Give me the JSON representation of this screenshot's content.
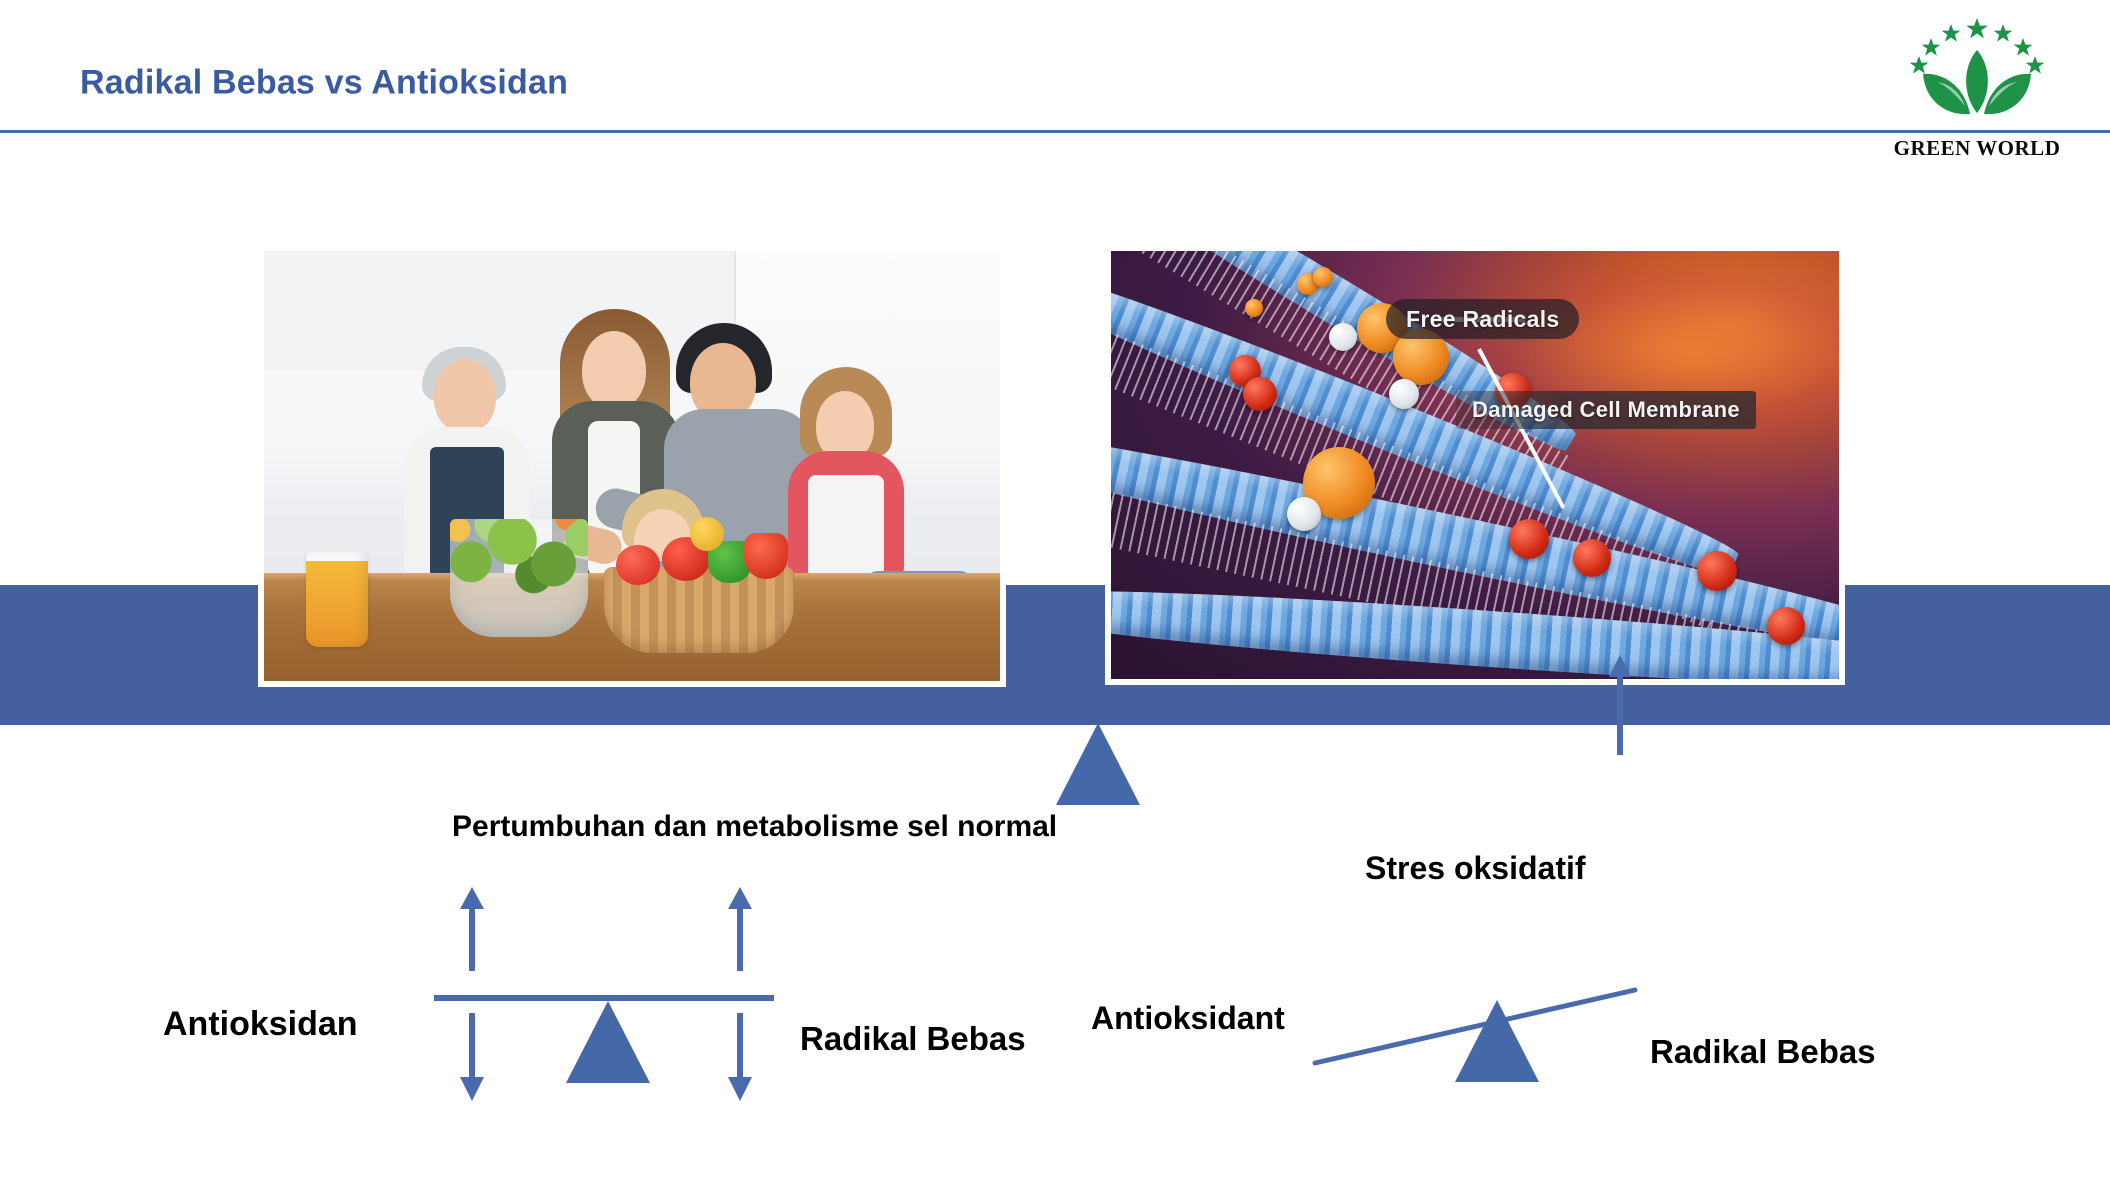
{
  "slide": {
    "title": "Radikal Bebas vs Antioksidan",
    "accent_blue": "#4A6AAE",
    "band_blue": "#44619E",
    "title_blue": "#3A5BA0"
  },
  "logo": {
    "name": "green-world-logo",
    "text": "GREEN WORLD",
    "star_count": 7,
    "leaf_color": "#1E9347",
    "text_color": "#0a0a0a"
  },
  "photos": {
    "left": {
      "name": "family-cooking-photo",
      "alt": "Multi-generational family preparing a fresh salad together in a bright kitchen"
    },
    "right": {
      "name": "cell-membrane-photo",
      "alt": "Illustration of free radical molecules attacking a lipid bilayer cell membrane",
      "labels": [
        {
          "id": "free-radicals",
          "text": "Free Radicals"
        },
        {
          "id": "damaged-cell-membrane",
          "text": "Damaged Cell Membrane"
        }
      ]
    }
  },
  "diagrams": {
    "balanced": {
      "name": "balanced-scale-diagram",
      "top_label": "Pertumbuhan dan metabolisme sel normal",
      "left_label": "Antioksidan",
      "right_label": "Radikal Bebas",
      "state": "balanced",
      "beam_tilt_deg": 0,
      "arrows": [
        "up-left",
        "up-right",
        "down-left",
        "down-right"
      ]
    },
    "tilted": {
      "name": "tilted-scale-diagram",
      "top_label": "Stres oksidatif",
      "left_label": "Antioksidant",
      "right_label": "Radikal Bebas",
      "state": "tilted-right-up",
      "beam_tilt_deg": -13,
      "arrows": [
        "up-right"
      ]
    }
  }
}
